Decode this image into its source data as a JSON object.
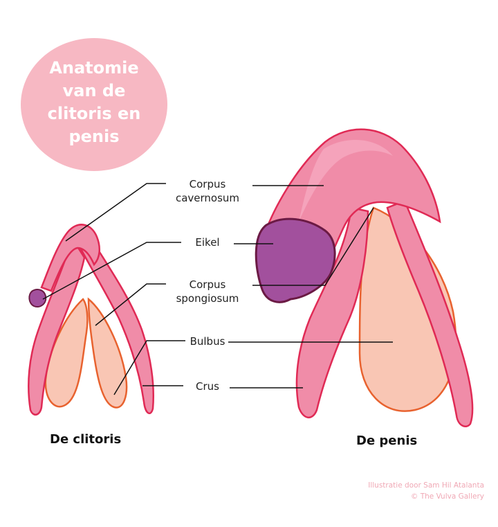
{
  "title": "Anatomie\nvan de\nclitoris en\npenis",
  "labels": {
    "corpus_cavernosum": "Corpus\ncavernosum",
    "eikel": "Eikel",
    "corpus_spongiosum": "Corpus\nspongiosum",
    "bulbus": "Bulbus",
    "crus": "Crus"
  },
  "captions": {
    "clitoris": "De clitoris",
    "penis": "De penis"
  },
  "credit": {
    "line1": "Illustratie door Sam Hil Atalanta",
    "line2": "© The Vulva Gallery"
  },
  "colors": {
    "title_circle": "#f7b8c3",
    "shaft": "#f08ca8",
    "shaft_outline": "#e02a55",
    "bulb": "#f9c6b4",
    "bulb_outline": "#e8622f",
    "glans": "#a2509d",
    "glans_outline": "#6b1a44",
    "credit_text": "#f0a8b5"
  }
}
